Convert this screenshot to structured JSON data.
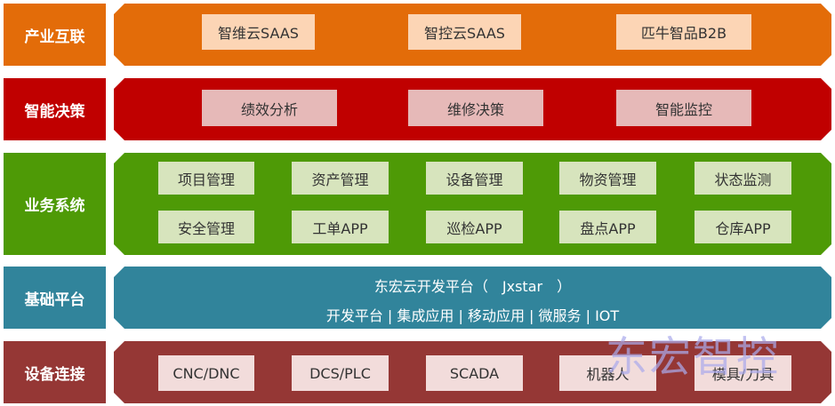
{
  "colors": {
    "industry": "#E36C09",
    "decision": "#C00000",
    "business": "#4E9A06",
    "platform": "#31849B",
    "device": "#953735",
    "industry_box": "#FCD5B5",
    "decision_box": "#E6B9B8",
    "business_box": "#D7E4BD",
    "device_box": "#F2DCDB"
  },
  "layers": {
    "industry": {
      "label": "产业互联",
      "items": [
        "智维云SAAS",
        "智控云SAAS",
        "匹牛智品B2B"
      ]
    },
    "decision": {
      "label": "智能决策",
      "items": [
        "绩效分析",
        "维修决策",
        "智能监控"
      ]
    },
    "business": {
      "label": "业务系统",
      "row1": [
        "项目管理",
        "资产管理",
        "设备管理",
        "物资管理",
        "状态监测"
      ],
      "row2": [
        "安全管理",
        "工单APP",
        "巡检APP",
        "盘点APP",
        "仓库APP"
      ]
    },
    "platform": {
      "label": "基础平台",
      "line1": "东宏云开发平台（　Jxstar　）",
      "line2": "开发平台 | 集成应用 | 移动应用 | 微服务 | IOT"
    },
    "device": {
      "label": "设备连接",
      "items": [
        "CNC/DNC",
        "DCS/PLC",
        "SCADA",
        "机器人",
        "模具/刀具"
      ]
    }
  },
  "watermark": "东宏智控"
}
